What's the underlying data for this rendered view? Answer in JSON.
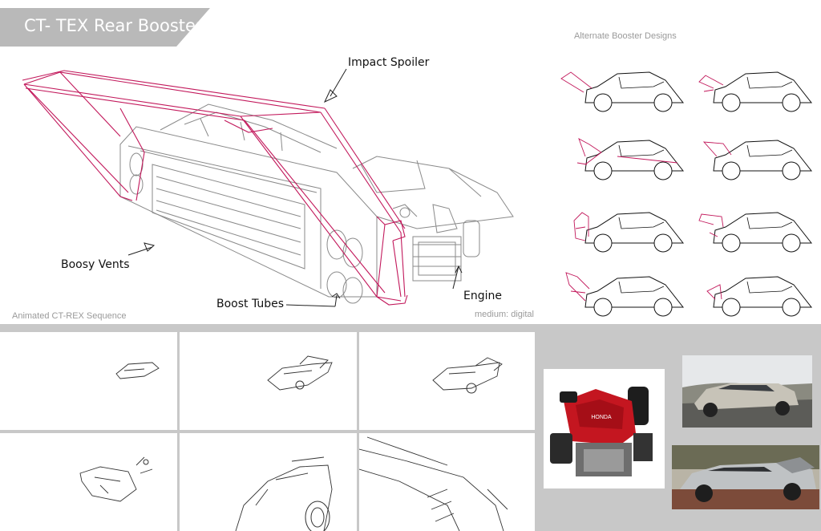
{
  "title": "CT- TEX Rear Booster",
  "captions": {
    "alternate": "Alternate Booster Designs",
    "animated": "Animated CT-REX Sequence",
    "medium": "medium: digital"
  },
  "labels": {
    "impact_spoiler": "Impact Spoiler",
    "boosy_vents": "Boosy Vents",
    "boost_tubes": "Boost Tubes",
    "engine": "Engine"
  },
  "engine_brand": "HONDA",
  "colors": {
    "banner": "#b9b9b9",
    "sketch_red": "#c2185b",
    "sketch_gray": "#8a8a8a",
    "band": "#c8c8c8"
  }
}
